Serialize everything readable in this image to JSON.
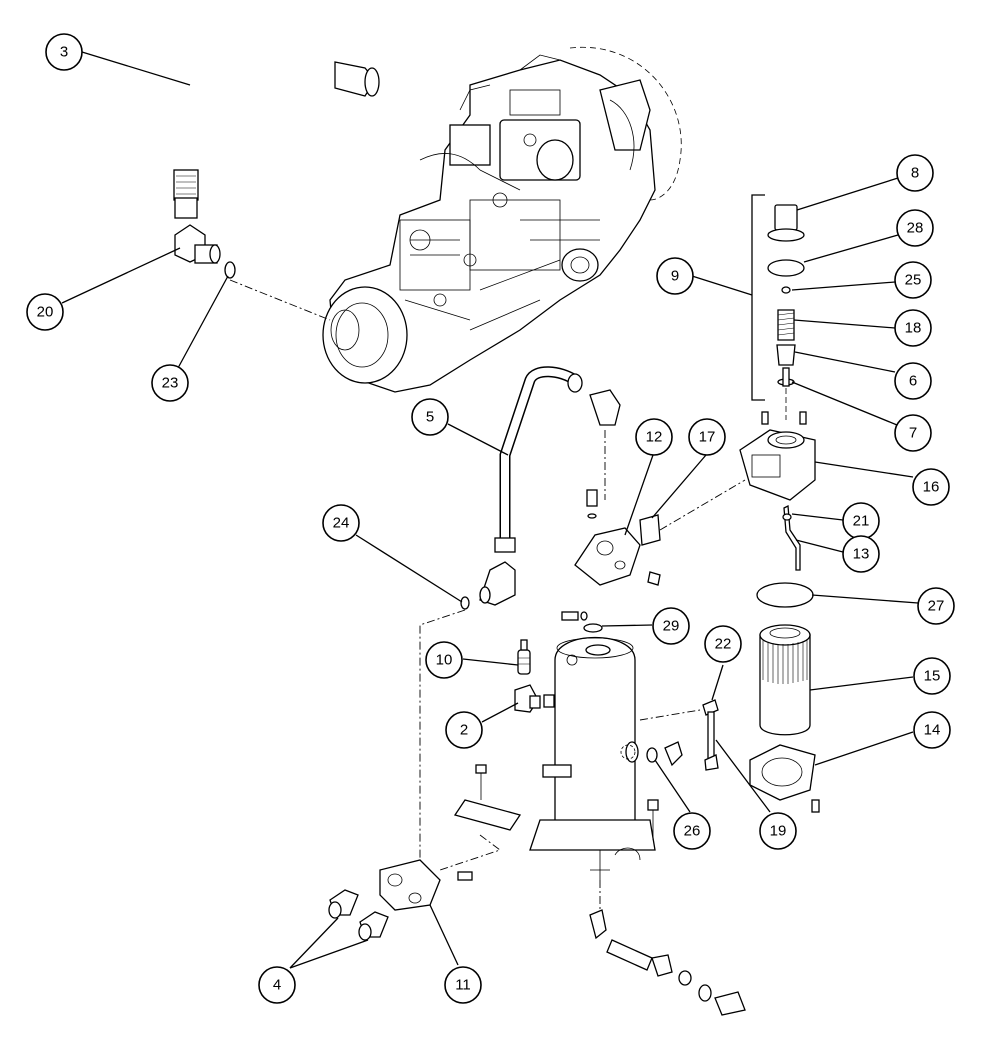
{
  "callouts": [
    {
      "id": "3",
      "label": "3"
    },
    {
      "id": "20",
      "label": "20"
    },
    {
      "id": "23",
      "label": "23"
    },
    {
      "id": "8",
      "label": "8"
    },
    {
      "id": "28",
      "label": "28"
    },
    {
      "id": "9",
      "label": "9"
    },
    {
      "id": "25",
      "label": "25"
    },
    {
      "id": "18",
      "label": "18"
    },
    {
      "id": "6",
      "label": "6"
    },
    {
      "id": "7",
      "label": "7"
    },
    {
      "id": "5",
      "label": "5"
    },
    {
      "id": "12",
      "label": "12"
    },
    {
      "id": "17",
      "label": "17"
    },
    {
      "id": "16",
      "label": "16"
    },
    {
      "id": "24",
      "label": "24"
    },
    {
      "id": "21",
      "label": "21"
    },
    {
      "id": "13",
      "label": "13"
    },
    {
      "id": "27",
      "label": "27"
    },
    {
      "id": "29",
      "label": "29"
    },
    {
      "id": "10",
      "label": "10"
    },
    {
      "id": "22",
      "label": "22"
    },
    {
      "id": "15",
      "label": "15"
    },
    {
      "id": "2",
      "label": "2"
    },
    {
      "id": "14",
      "label": "14"
    },
    {
      "id": "26",
      "label": "26"
    },
    {
      "id": "19",
      "label": "19"
    },
    {
      "id": "4",
      "label": "4"
    },
    {
      "id": "11",
      "label": "11"
    }
  ]
}
